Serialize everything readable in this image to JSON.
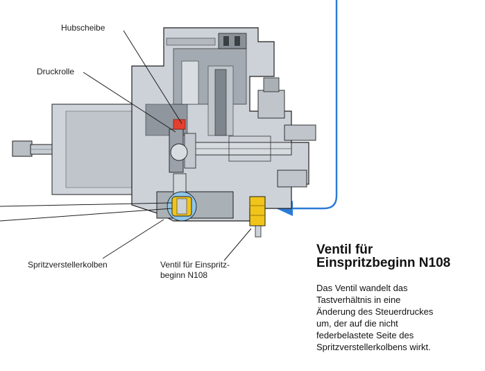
{
  "labels": {
    "hubscheibe": "Hubscheibe",
    "druckrolle": "Druckrolle",
    "spritzverstellerkolben": "Spritzverstellerkolben",
    "ventil_line1": "Ventil für Einspritz-",
    "ventil_line2": "beginn N108"
  },
  "heading": {
    "line1": "Ventil für",
    "line2": "Einspritzbeginn N108"
  },
  "description": {
    "lines": [
      "Das Ventil wandelt das",
      "Tastverhältnis in eine",
      "Änderung des Steuerdruckes",
      "um, der auf die nicht",
      "federbelastete Seite des",
      "Spritzverstellerkolbens wirkt."
    ]
  },
  "colors": {
    "housing_light": "#cdd2d8",
    "housing_mid": "#9aa1a8",
    "housing_dark": "#6e757c",
    "outline": "#1e1e1e",
    "valve_yellow": "#f0c419",
    "red_part": "#e2402d",
    "arrow_blue": "#2a7bd6"
  }
}
